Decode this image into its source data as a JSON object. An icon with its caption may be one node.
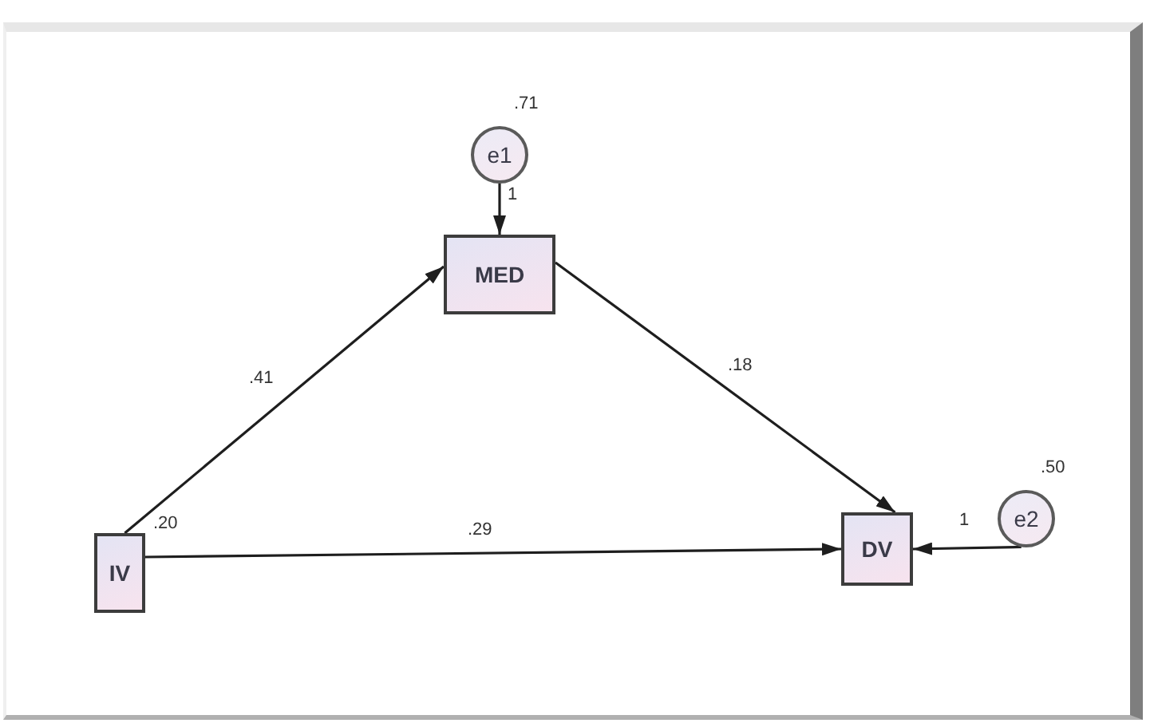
{
  "diagram": {
    "nodes": [
      {
        "text": [
          "e1"
        ],
        "beside": [
          ".71"
        ]
      },
      {
        "text": [
          "MED"
        ]
      },
      {
        "text": [
          "IV"
        ],
        "beside": [
          ".20"
        ]
      },
      {
        "text": [
          "DV"
        ]
      },
      {
        "text": [
          "e2"
        ],
        "beside": [
          ".50"
        ]
      }
    ],
    "edges": [
      {
        "from": 0,
        "to": 1,
        "arrow": "to",
        "label": "1"
      },
      {
        "from": 2,
        "to": 1,
        "arrow": "to",
        "label": ".41"
      },
      {
        "from": 1,
        "to": 3,
        "arrow": "to",
        "label": ".18"
      },
      {
        "from": 2,
        "to": 3,
        "arrow": "to",
        "label": ".29"
      },
      {
        "from": 4,
        "to": 3,
        "arrow": "to",
        "label": "1"
      }
    ]
  }
}
